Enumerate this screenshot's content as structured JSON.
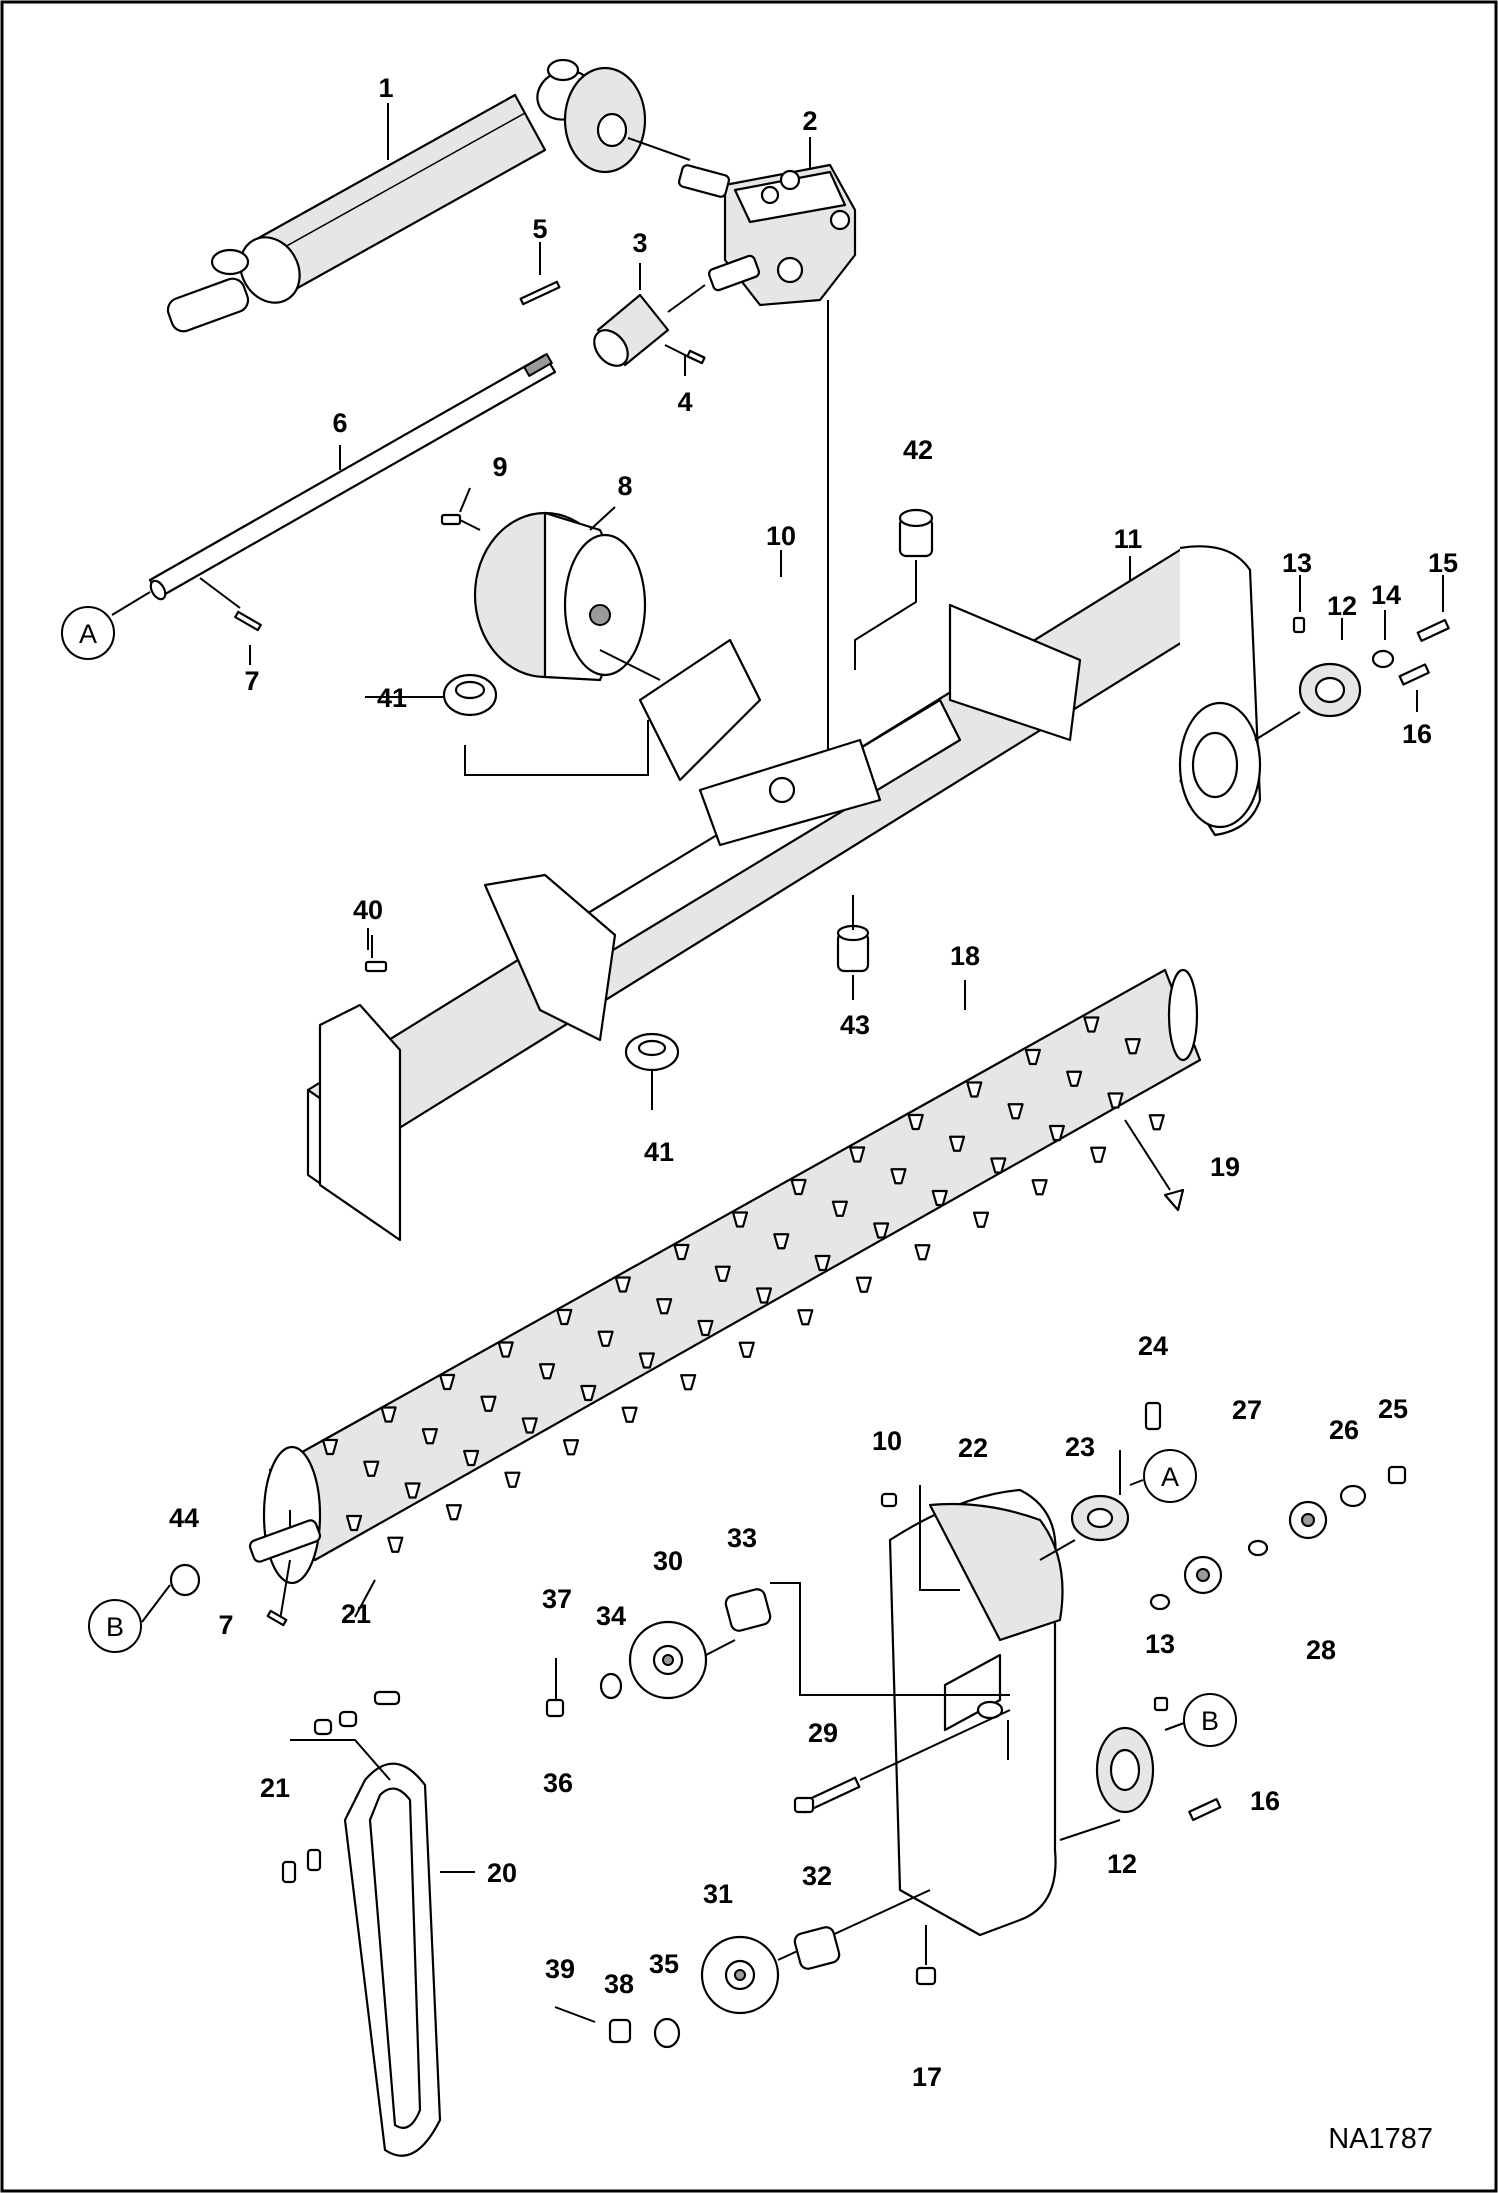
{
  "drawing": {
    "code": "NA1787",
    "callouts": [
      {
        "id": "c1",
        "text": "1"
      },
      {
        "id": "c2",
        "text": "2"
      },
      {
        "id": "c3",
        "text": "3"
      },
      {
        "id": "c4",
        "text": "4"
      },
      {
        "id": "c5",
        "text": "5"
      },
      {
        "id": "c6",
        "text": "6"
      },
      {
        "id": "c7a",
        "text": "7"
      },
      {
        "id": "c7b",
        "text": "7"
      },
      {
        "id": "c8",
        "text": "8"
      },
      {
        "id": "c9",
        "text": "9"
      },
      {
        "id": "c10a",
        "text": "10"
      },
      {
        "id": "c10b",
        "text": "10"
      },
      {
        "id": "c11",
        "text": "11"
      },
      {
        "id": "c12a",
        "text": "12"
      },
      {
        "id": "c12b",
        "text": "12"
      },
      {
        "id": "c13a",
        "text": "13"
      },
      {
        "id": "c13b",
        "text": "13"
      },
      {
        "id": "c14",
        "text": "14"
      },
      {
        "id": "c15",
        "text": "15"
      },
      {
        "id": "c16a",
        "text": "16"
      },
      {
        "id": "c16b",
        "text": "16"
      },
      {
        "id": "c17",
        "text": "17"
      },
      {
        "id": "c18",
        "text": "18"
      },
      {
        "id": "c19",
        "text": "19"
      },
      {
        "id": "c20",
        "text": "20"
      },
      {
        "id": "c21a",
        "text": "21"
      },
      {
        "id": "c21b",
        "text": "21"
      },
      {
        "id": "c22",
        "text": "22"
      },
      {
        "id": "c23",
        "text": "23"
      },
      {
        "id": "c24",
        "text": "24"
      },
      {
        "id": "c25",
        "text": "25"
      },
      {
        "id": "c26",
        "text": "26"
      },
      {
        "id": "c27",
        "text": "27"
      },
      {
        "id": "c28",
        "text": "28"
      },
      {
        "id": "c29",
        "text": "29"
      },
      {
        "id": "c30",
        "text": "30"
      },
      {
        "id": "c31",
        "text": "31"
      },
      {
        "id": "c32",
        "text": "32"
      },
      {
        "id": "c33",
        "text": "33"
      },
      {
        "id": "c34",
        "text": "34"
      },
      {
        "id": "c35",
        "text": "35"
      },
      {
        "id": "c36",
        "text": "36"
      },
      {
        "id": "c37",
        "text": "37"
      },
      {
        "id": "c38",
        "text": "38"
      },
      {
        "id": "c39",
        "text": "39"
      },
      {
        "id": "c40",
        "text": "40"
      },
      {
        "id": "c41a",
        "text": "41"
      },
      {
        "id": "c41b",
        "text": "41"
      },
      {
        "id": "c42",
        "text": "42"
      },
      {
        "id": "c43",
        "text": "43"
      },
      {
        "id": "c44",
        "text": "44"
      }
    ],
    "refs": [
      {
        "id": "rA1",
        "text": "A"
      },
      {
        "id": "rA2",
        "text": "A"
      },
      {
        "id": "rB1",
        "text": "B"
      },
      {
        "id": "rB2",
        "text": "B"
      }
    ]
  }
}
